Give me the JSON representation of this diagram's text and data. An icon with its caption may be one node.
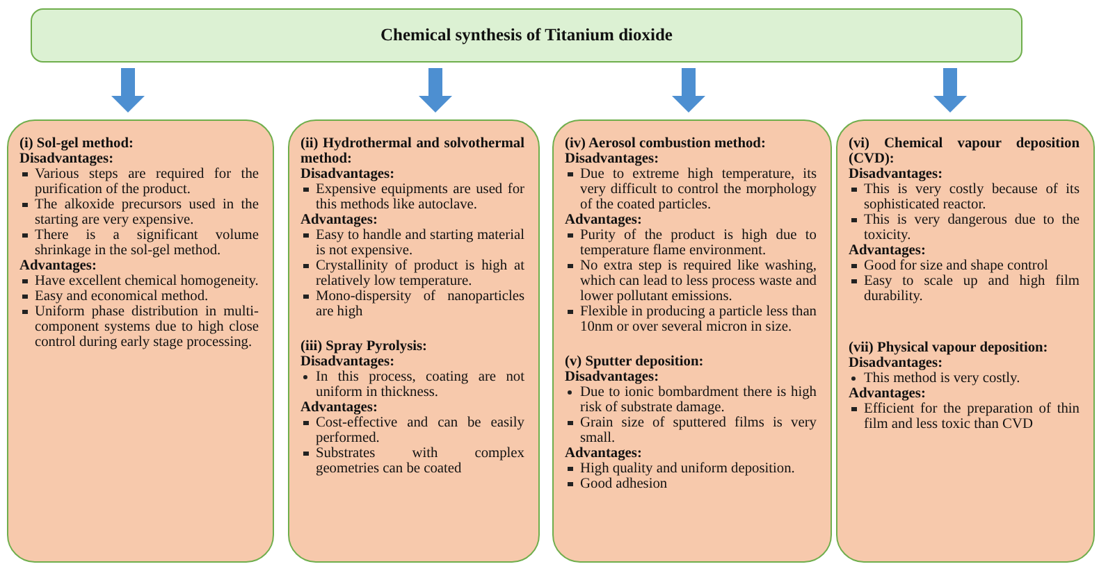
{
  "diagram": {
    "nodes": [
      {
        "text": [
          "Chemical synthesis of Titanium dioxide"
        ]
      },
      {
        "text": [
          "(i) Sol-gel method:",
          "Disadvantages:",
          "Various steps are required for the purification of the product.",
          "The alkoxide precursors used in the starting are very expensive.",
          "There is a significant volume shrinkage in the sol-gel method.",
          "Advantages:",
          "Have excellent chemical homogeneity.",
          "Easy and economical method.",
          "Uniform phase distribution in multi-component systems due to high close control during early stage processing."
        ]
      },
      {
        "text": [
          "(ii) Hydrothermal and solvothermal method:",
          "Disadvantages:",
          "Expensive equipments are used for this methods like autoclave.",
          "Advantages:",
          "Easy to handle and starting material is not expensive.",
          "Crystallinity of product is high at relatively low temperature.",
          "Mono-dispersity of nanoparticles are high",
          "(iii) Spray Pyrolysis:",
          "Disadvantages:",
          "In this process, coating are not uniform in thickness.",
          "Advantages:",
          "Cost-effective and can be easily performed.",
          "Substrates with complex geometries can be coated"
        ]
      },
      {
        "text": [
          "(iv) Aerosol combustion method:",
          "Disadvantages:",
          "Due to extreme high temperature, its very difficult to control the morphology of the coated particles.",
          "Advantages:",
          "Purity of the product is high due to temperature flame environment.",
          "No extra step is required like washing, which can lead to less process waste and lower pollutant emissions.",
          "Flexible in producing a particle less than 10nm or over several micron in size.",
          "(v) Sputter deposition:",
          "Disadvantages:",
          "Due to ionic bombardment there is high risk of substrate damage.",
          "Grain size of sputtered films is very small.",
          "Advantages:",
          "High quality and uniform deposition.",
          "Good adhesion"
        ]
      },
      {
        "text": [
          "(vi) Chemical vapour deposition (CVD):",
          "Disadvantages:",
          "This is very costly because of its sophisticated reactor.",
          "This is very dangerous due to the toxicity.",
          "Advantages:",
          "Good for size and shape control",
          "Easy to scale up and high film durability.",
          "(vii) Physical vapour deposition:",
          "Disadvantages:",
          "This method is very costly.",
          "Advantages:",
          "Efficient for the preparation of thin film and less toxic than CVD"
        ]
      }
    ],
    "edges": [
      {
        "from": 0,
        "to": 1,
        "arrow": "to"
      },
      {
        "from": 0,
        "to": 2,
        "arrow": "to"
      },
      {
        "from": 0,
        "to": 3,
        "arrow": "to"
      },
      {
        "from": 0,
        "to": 4,
        "arrow": "to"
      }
    ]
  }
}
